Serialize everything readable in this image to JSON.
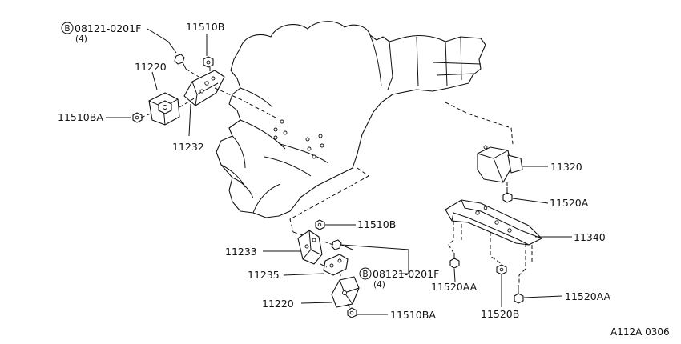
{
  "diagram": {
    "reference_code": "A112A 0306",
    "bolt_symbol": "B",
    "labels": {
      "bolt_top": "08121-0201F",
      "bolt_top_qty": "(4)",
      "nut_top": "11510B",
      "insulator_top": "11220",
      "nut_left": "11510BA",
      "bracket_top": "11232",
      "member_mount": "11320",
      "bolt_member_mount": "11520A",
      "crossmember": "11340",
      "nut_mid": "11510B",
      "bracket_bottom": "11233",
      "plate_bottom": "11235",
      "bolt_bottom": "08121-0201F",
      "bolt_bottom_qty": "(4)",
      "insulator_bottom": "11220",
      "nut_bottom": "11510BA",
      "bolt_aa_left": "11520AA",
      "bolt_b": "11520B",
      "bolt_aa_right": "11520AA"
    }
  }
}
